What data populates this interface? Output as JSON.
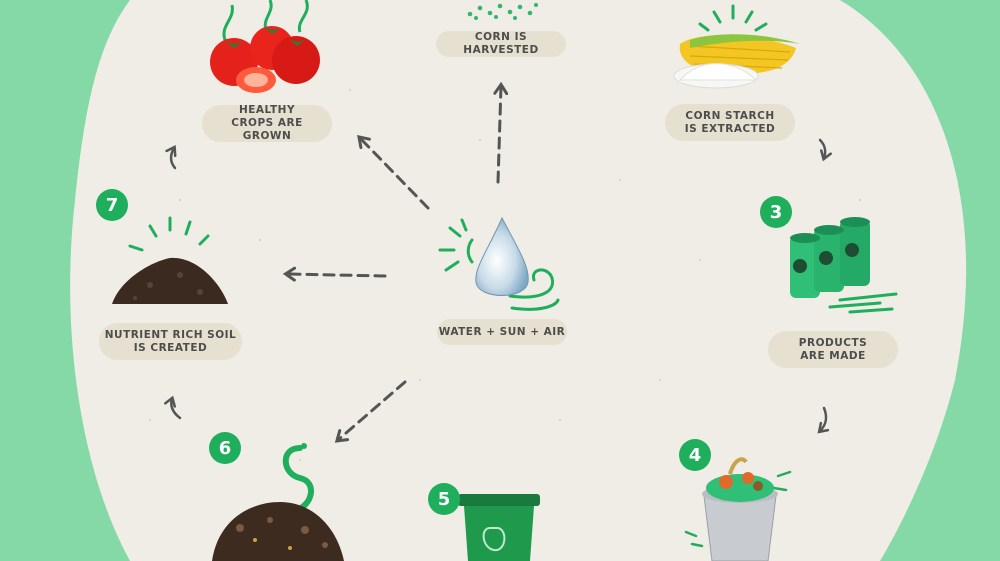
{
  "colors": {
    "background": "#84d9a6",
    "panel": "#efede6",
    "pill": "#e6e0d0",
    "accent": "#1fae5c",
    "arrow": "#555555"
  },
  "steps": [
    {
      "number": "",
      "label": "CORN IS HARVESTED",
      "icon": "corn-field-icon"
    },
    {
      "number": "",
      "label": "CORN STARCH IS EXTRACTED",
      "icon": "corn-starch-icon"
    },
    {
      "number": "3",
      "label": "PRODUCTS ARE MADE",
      "icon": "compostable-bags-icon"
    },
    {
      "number": "4",
      "label": "",
      "icon": "food-waste-bin-icon"
    },
    {
      "number": "5",
      "label": "",
      "icon": "green-wheelie-bin-icon"
    },
    {
      "number": "6",
      "label": "",
      "icon": "worm-compost-icon"
    },
    {
      "number": "7",
      "label": "NUTRIENT RICH SOIL IS CREATED",
      "icon": "soil-pile-icon"
    },
    {
      "number": "",
      "label": "HEALTHY CROPS ARE GROWN",
      "icon": "tomatoes-icon"
    }
  ],
  "center": {
    "label": "WATER + SUN + AIR",
    "icon": "water-drop-icon"
  }
}
